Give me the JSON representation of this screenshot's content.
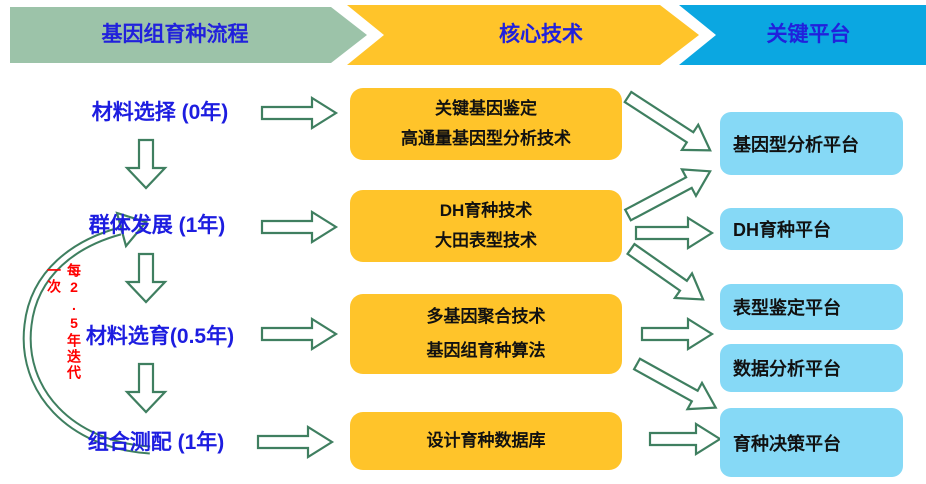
{
  "header": {
    "process_label": "基因组育种流程",
    "technology_label": "核心技术",
    "platform_label": "关键平台"
  },
  "steps": [
    {
      "label": "材料选择 (0年)"
    },
    {
      "label": "群体发展 (1年)"
    },
    {
      "label": "材料选育(0.5年)"
    },
    {
      "label": "组合测配 (1年)"
    }
  ],
  "iteration_note": "每2.5年迭代一次",
  "technologies": [
    {
      "lines": [
        "关键基因鉴定",
        "高通量基因型分析技术"
      ]
    },
    {
      "lines": [
        "DH育种技术",
        "大田表型技术"
      ]
    },
    {
      "lines": [
        "多基因聚合技术",
        "基因组育种算法"
      ]
    },
    {
      "lines": [
        "设计育种数据库"
      ]
    }
  ],
  "platforms": [
    {
      "label": "基因型分析平台"
    },
    {
      "label": "DH育种平台"
    },
    {
      "label": "表型鉴定平台"
    },
    {
      "label": "数据分析平台"
    },
    {
      "label": "育种决策平台"
    }
  ],
  "colors": {
    "process_header": "#9CC3A9",
    "technology_header": "#FFC42A",
    "platform_header": "#0BA7E1",
    "tech_box": "#FFC42A",
    "platform_box": "#86D9F6",
    "arrow_outline": "#3F7F60",
    "heading_text": "#2121DC",
    "iteration_text": "#FF0000",
    "box_text": "#111111"
  }
}
